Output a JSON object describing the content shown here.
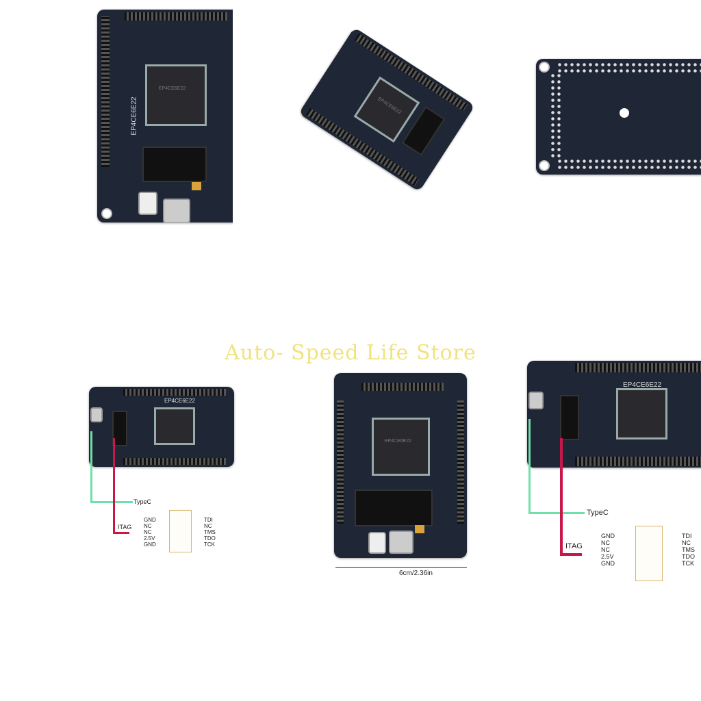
{
  "board": {
    "model": "EP4CE6E22"
  },
  "watermark": "Auto- Speed Life Store",
  "diagram": {
    "typec_label": "TypeC",
    "jtag_label": "ITAG",
    "left_pins": [
      "GND",
      "NC",
      "NC",
      "2.5V",
      "GND"
    ],
    "right_pins": [
      "TDI",
      "NC",
      "TMS",
      "TDO",
      "TCK"
    ],
    "typec_color": "#6fe0a8",
    "jtag_color": "#c8184a"
  },
  "dimension": {
    "width_label": "6cm/2.36in"
  }
}
